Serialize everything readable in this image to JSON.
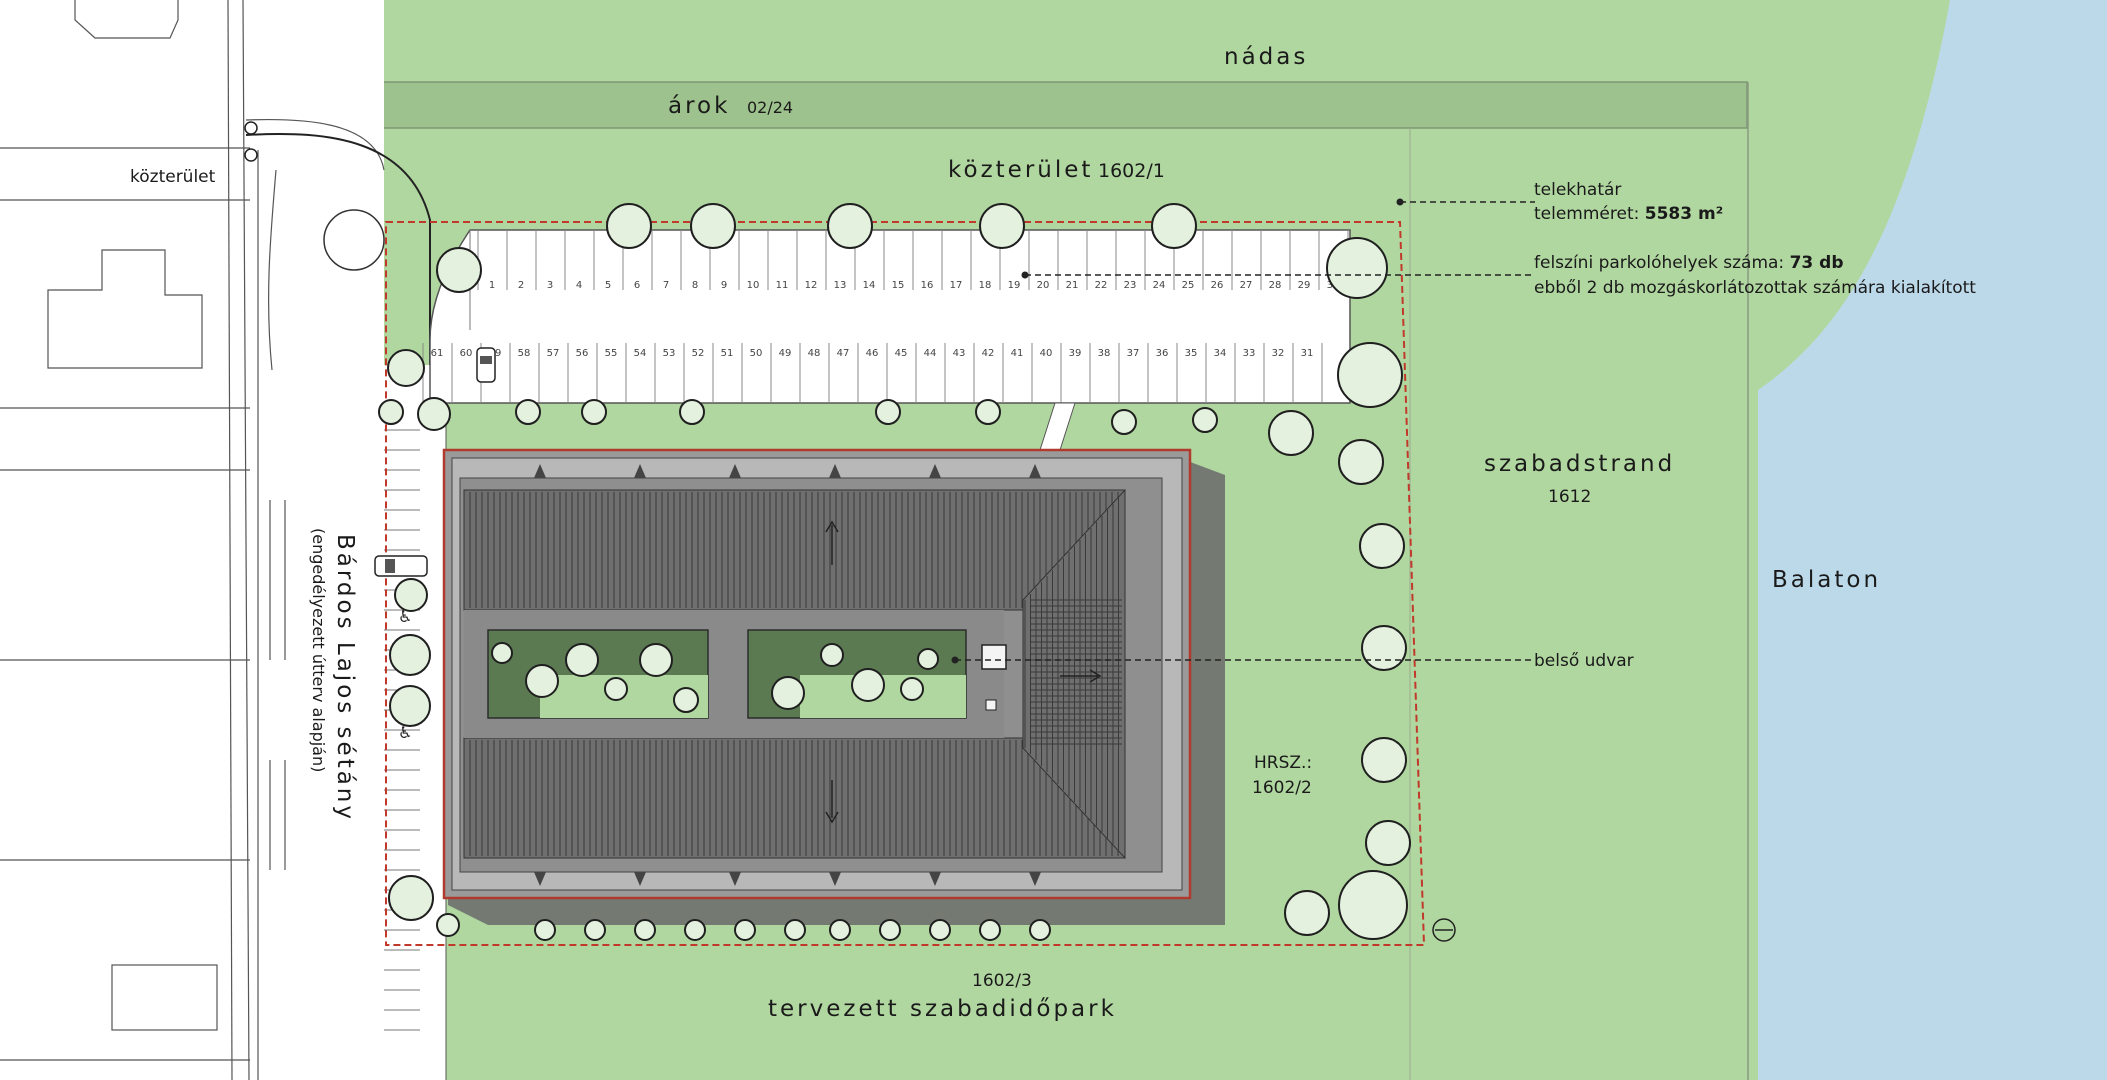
{
  "labels": {
    "nadas": "nádas",
    "arok": "árok",
    "arok_num": "02/24",
    "kozterulet_top": "közterület",
    "kozterulet_top_num": "1602/1",
    "kozterulet_left": "közterület",
    "telekhatar": "telekhatár",
    "telemeret_label": "telemméret:",
    "telemeret_value": "5583 m²",
    "parking_label": "felszíni parkolóhelyek száma:",
    "parking_value": "73 db",
    "parking_note": "ebből 2 db mozgáskorlátozottak számára kialakított",
    "szabadstrand": "szabadstrand",
    "szabadstrand_num": "1612",
    "balaton": "Balaton",
    "belso_udvar": "belső udvar",
    "hrsz_label": "HRSZ.:",
    "hrsz_num": "1602/2",
    "bottom_num": "1602/3",
    "bottom_name": "tervezett szabadidőpark",
    "street_name": "Bárdos Lajos sétány",
    "street_note": "(engedélyezett útterv alapján)"
  },
  "parking": {
    "top_row_numbers": [
      "1",
      "2",
      "3",
      "4",
      "5",
      "6",
      "7",
      "8",
      "9",
      "10",
      "11",
      "12",
      "13",
      "14",
      "15",
      "16",
      "17",
      "18",
      "19",
      "20",
      "21",
      "22",
      "23",
      "24",
      "25",
      "26",
      "27",
      "28",
      "29",
      "30"
    ],
    "bottom_row_numbers": [
      "61",
      "60",
      "59",
      "58",
      "57",
      "56",
      "55",
      "54",
      "53",
      "52",
      "51",
      "50",
      "49",
      "48",
      "47",
      "46",
      "45",
      "44",
      "43",
      "42",
      "41",
      "40",
      "39",
      "38",
      "37",
      "36",
      "35",
      "34",
      "33",
      "32",
      "31"
    ]
  },
  "colors": {
    "grass": "#b1d7a0",
    "ditch": "#9ec28d",
    "water": "#bcd9ea",
    "plot_boundary": "#c0392b",
    "roof": "#6f6f6f",
    "courtyard": "#5c7a52"
  }
}
